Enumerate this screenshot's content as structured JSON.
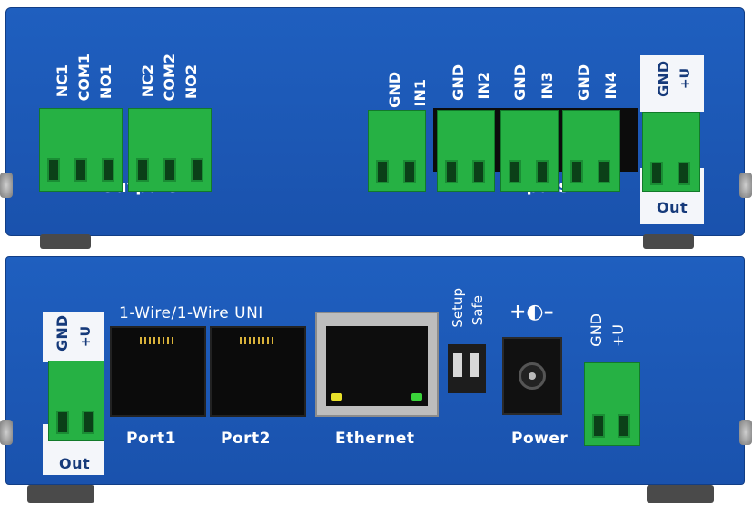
{
  "top_panel": {
    "outputs": {
      "group1": [
        "NC1",
        "COM1",
        "NO1"
      ],
      "group2": [
        "NC2",
        "COM2",
        "NO2"
      ],
      "caption": "Outputs"
    },
    "inputs": {
      "pins": [
        "GND",
        "IN1",
        "GND",
        "IN2",
        "GND",
        "IN3",
        "GND",
        "IN4"
      ],
      "caption": "Inputs"
    },
    "power_out": {
      "pins": [
        "GND",
        "+U"
      ],
      "caption": "Out"
    }
  },
  "bottom_panel": {
    "onewire_title": "1-Wire/1-Wire UNI",
    "port1": "Port1",
    "port2": "Port2",
    "ethernet": "Ethernet",
    "dip_labels": [
      "Setup",
      "Safe"
    ],
    "power_label": "Power",
    "power_in_pins": [
      "GND",
      "+U"
    ],
    "power_out": {
      "pins": [
        "GND",
        "+U"
      ],
      "caption": "Out"
    },
    "polarity_symbol": "+◐–"
  },
  "colors": {
    "enclosure": "#1f5fbf",
    "terminal": "#26b144",
    "label_box": "#f4f6fa"
  }
}
